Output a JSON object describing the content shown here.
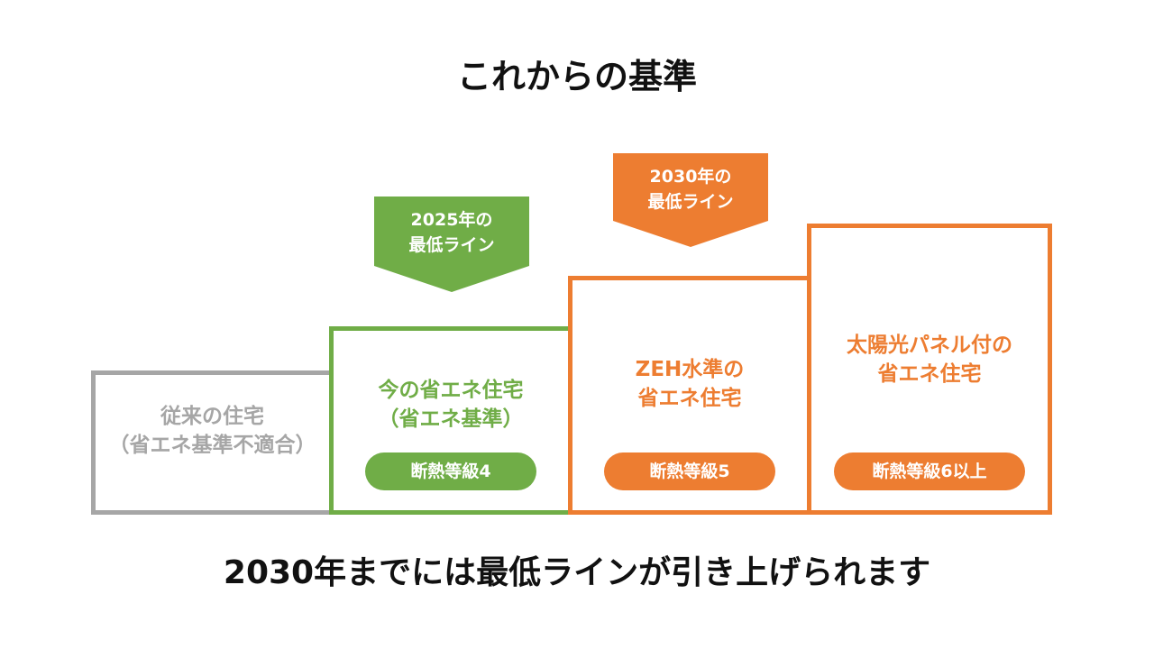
{
  "title": "これからの基準",
  "colors": {
    "gray": "#a6a6a6",
    "green": "#70ad47",
    "orange": "#ed7d31"
  },
  "boxes": [
    {
      "line1": "従来の住宅",
      "line2": "（省エネ基準不適合）"
    },
    {
      "line1": "今の省エネ住宅",
      "line2": "（省エネ基準）",
      "badge": "断熱等級4"
    },
    {
      "line1": "ZEH水準の",
      "line2": "省エネ住宅",
      "badge": "断熱等級5"
    },
    {
      "line1": "太陽光パネル付の",
      "line2": "省エネ住宅",
      "badge": "断熱等級6以上"
    }
  ],
  "arrows": [
    {
      "line1": "2025年の",
      "line2": "最低ライン"
    },
    {
      "line1": "2030年の",
      "line2": "最低ライン"
    }
  ],
  "footer": "2030年までには最低ラインが引き上げられます"
}
